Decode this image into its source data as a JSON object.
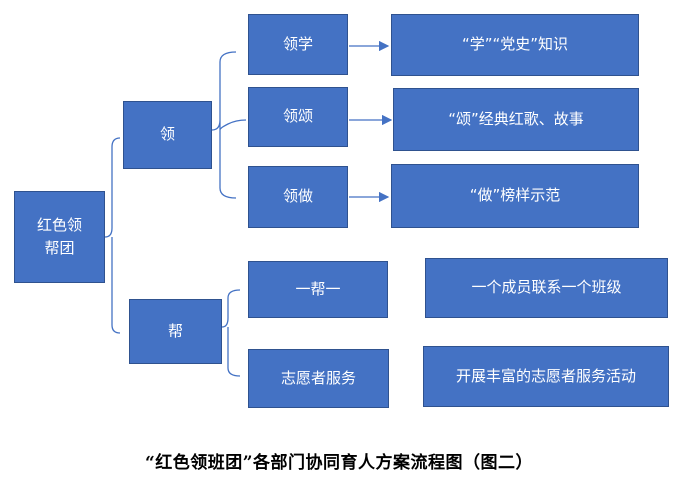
{
  "colors": {
    "box_fill": "#4472c4",
    "box_border": "#2f528f",
    "connector": "#4472c4",
    "caption_text": "#000000"
  },
  "diagram": {
    "root": {
      "label_line1": "红色领",
      "label_line2": "帮团"
    },
    "branches": [
      {
        "label": "领",
        "children": [
          {
            "label": "领学",
            "detail": "“学”“党史”知识"
          },
          {
            "label": "领颂",
            "detail": "“颂”经典红歌、故事"
          },
          {
            "label": "领做",
            "detail": "“做”榜样示范"
          }
        ]
      },
      {
        "label": "帮",
        "children": [
          {
            "label": "一帮一",
            "detail": "一个成员联系一个班级"
          },
          {
            "label": "志愿者服务",
            "detail": "开展丰富的志愿者服务活动"
          }
        ]
      }
    ]
  },
  "caption": "“红色领班团”各部门协同育人方案流程图（图二）"
}
